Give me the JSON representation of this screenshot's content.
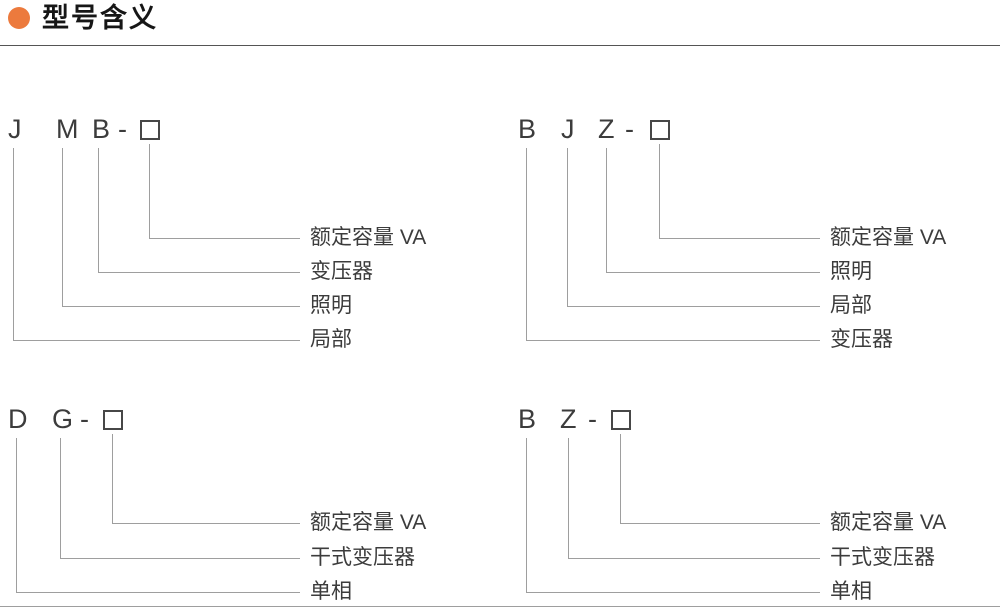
{
  "section": {
    "title": "型号含义",
    "bullet_color": "#EC7A3D"
  },
  "diagrams": {
    "jmb": {
      "letters": [
        "J",
        "M",
        "B",
        "-"
      ],
      "labels": [
        "额定容量 VA",
        "变压器",
        "照明",
        "局部"
      ]
    },
    "bjz": {
      "letters": [
        "B",
        "J",
        "Z",
        "-"
      ],
      "labels": [
        "额定容量 VA",
        "照明",
        "局部",
        "变压器"
      ]
    },
    "dg": {
      "letters": [
        "D",
        "G",
        "-"
      ],
      "labels": [
        "额定容量 VA",
        "干式变压器",
        "单相"
      ]
    },
    "bz": {
      "letters": [
        "B",
        "Z",
        "-"
      ],
      "labels": [
        "额定容量 VA",
        "干式变压器",
        "单相"
      ]
    }
  }
}
